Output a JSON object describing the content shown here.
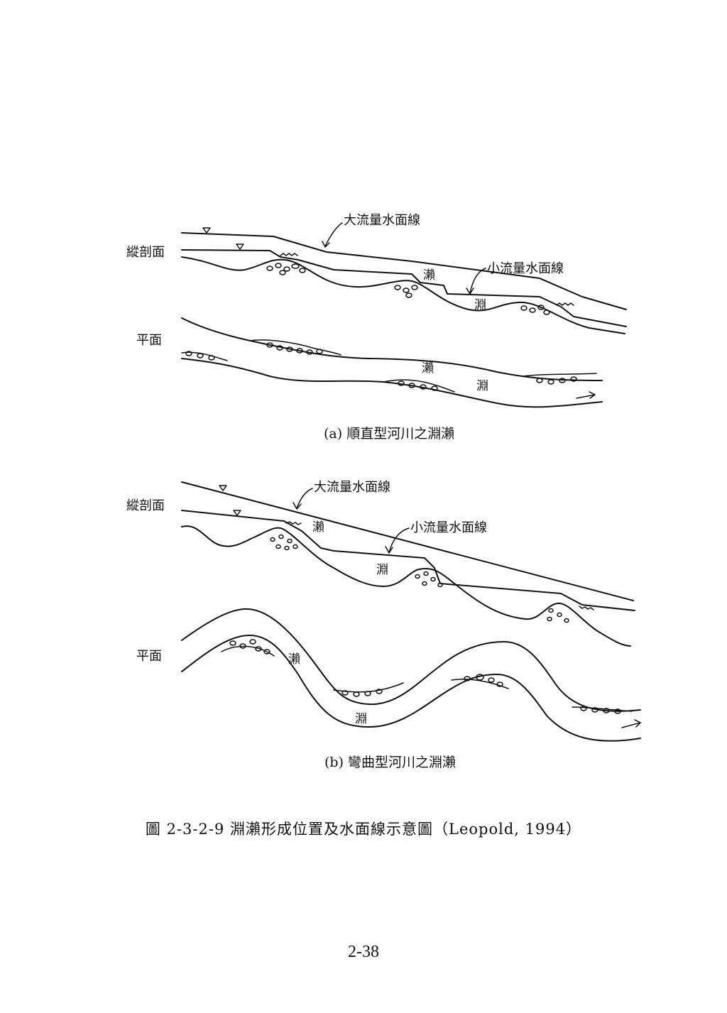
{
  "panel_a": {
    "profile_label": "縱剖面",
    "plan_label": "平面",
    "high_flow_label": "大流量水面線",
    "low_flow_label": "小流量水面線",
    "riffle_label": "瀨",
    "pool_label": "淵",
    "caption": "(a) 順直型河川之淵瀨"
  },
  "panel_b": {
    "profile_label": "縱剖面",
    "plan_label": "平面",
    "high_flow_label": "大流量水面線",
    "low_flow_label": "小流量水面線",
    "riffle_label": "瀨",
    "pool_label": "淵",
    "caption": "(b) 彎曲型河川之淵瀨"
  },
  "figure_caption": "圖 2-3-2-9 淵瀨形成位置及水面線示意圖（Leopold, 1994）",
  "page_number": "2-38",
  "icons": [
    "water-level-triangle-icon",
    "flow-direction-arrow-icon"
  ]
}
